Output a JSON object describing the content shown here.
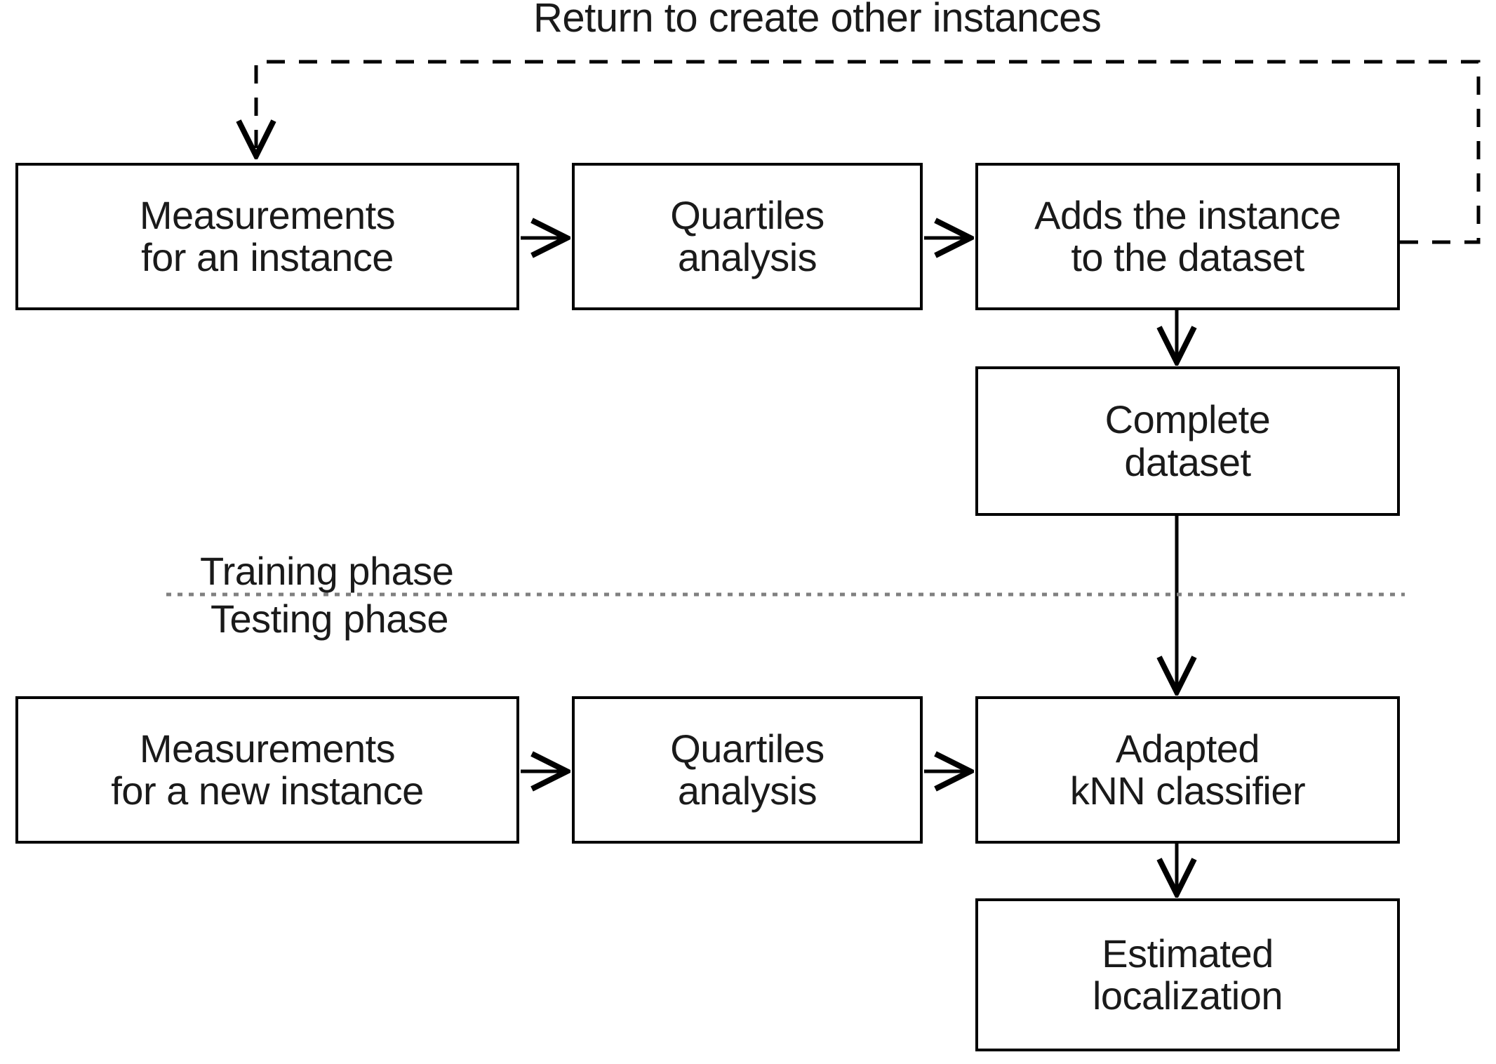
{
  "diagram": {
    "title_label": "Return to create other instances",
    "phase_upper_label": "Training phase",
    "phase_lower_label": "Testing phase",
    "colors": {
      "stroke": "#000000",
      "text": "#1a1a1a",
      "divider": "#808080",
      "background": "#ffffff"
    },
    "nodes": [
      {
        "id": "measurements-instance",
        "line1": "Measurements",
        "line2": "for an instance"
      },
      {
        "id": "quartiles-analysis-top",
        "line1": "Quartiles",
        "line2": "analysis"
      },
      {
        "id": "adds-instance-dataset",
        "line1": "Adds the instance",
        "line2": "to the dataset"
      },
      {
        "id": "complete-dataset",
        "line1": "Complete",
        "line2": "dataset"
      },
      {
        "id": "measurements-new-instance",
        "line1": "Measurements",
        "line2": "for a new instance"
      },
      {
        "id": "quartiles-analysis-bottom",
        "line1": "Quartiles",
        "line2": "analysis"
      },
      {
        "id": "adapted-knn-classifier",
        "line1": "Adapted",
        "line2": "kNN classifier"
      },
      {
        "id": "estimated-localization",
        "line1": "Estimated",
        "line2": "localization"
      }
    ]
  }
}
